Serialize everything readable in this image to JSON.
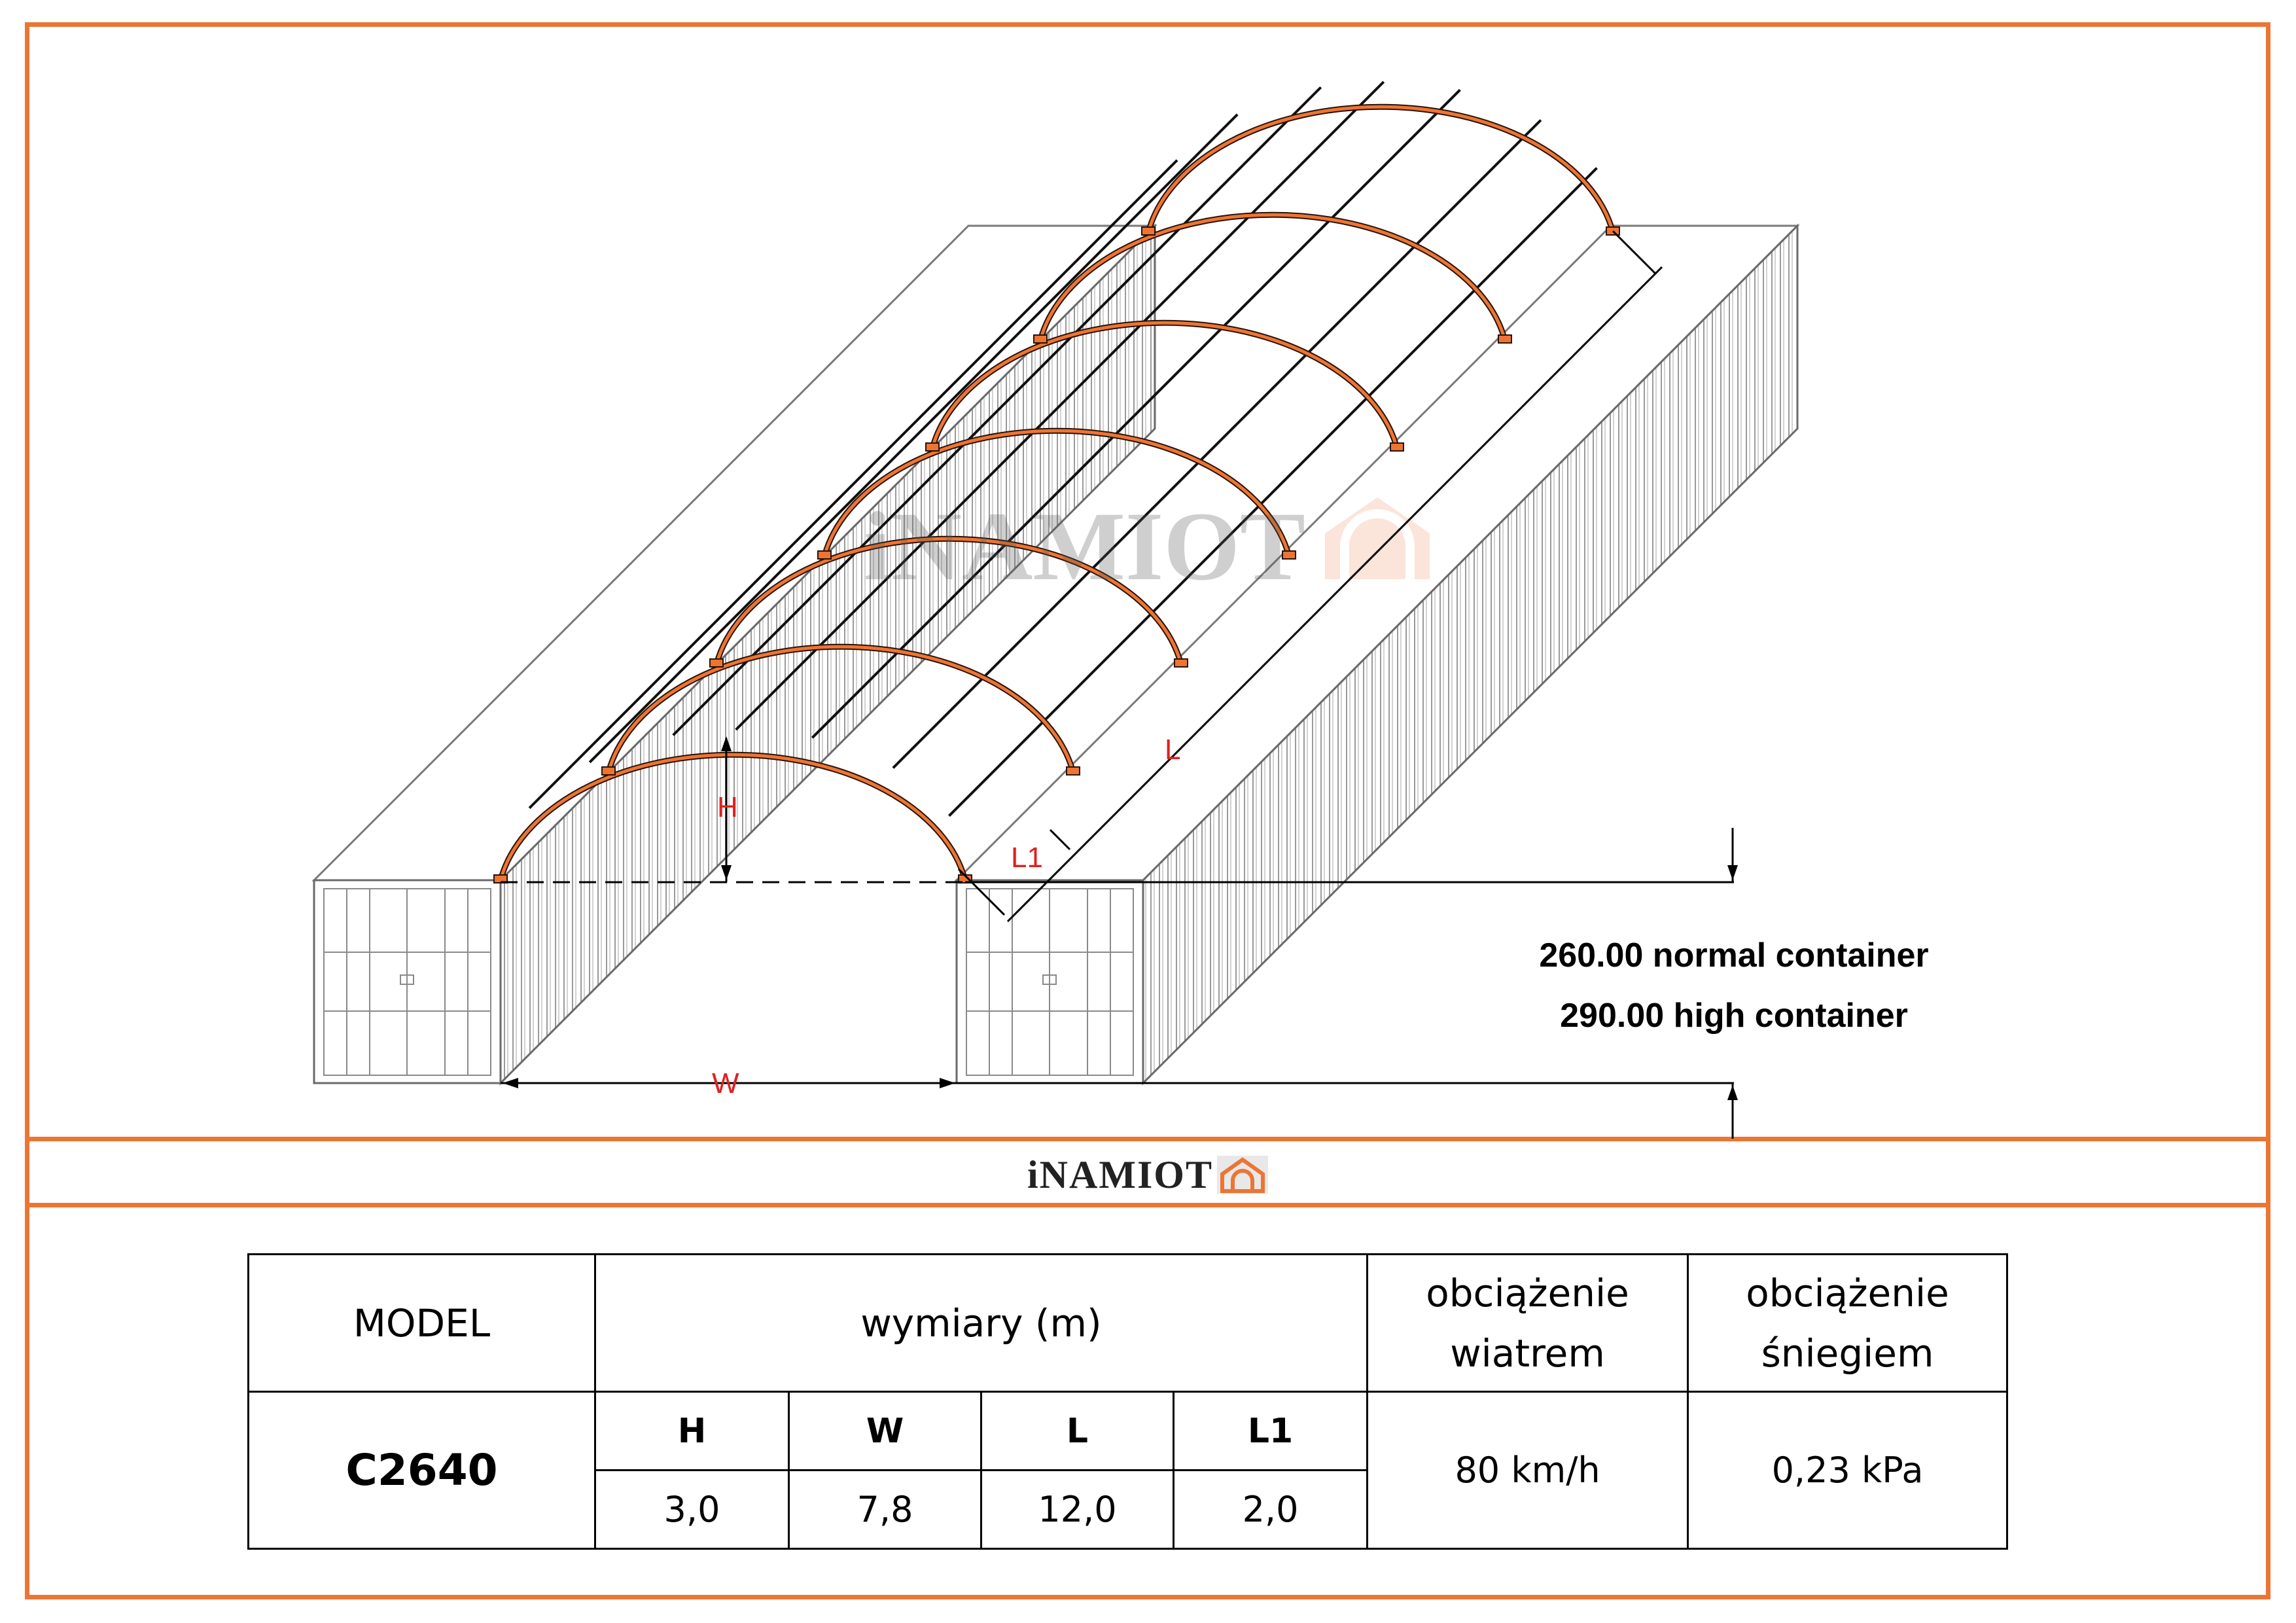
{
  "brand": {
    "name": "iNAMIOT",
    "watermark": "iNAMIOT",
    "color": "#ec7534"
  },
  "dimension_labels": {
    "height": "H",
    "width": "W",
    "length": "L",
    "length1": "L1"
  },
  "notes": {
    "normal": "260.00 normal container",
    "high": "290.00 high container"
  },
  "table": {
    "model_header": "MODEL",
    "dims_header": "wymiary (m)",
    "wind_header": "obciążenie wiatrem",
    "snow_header": "obciążenie śniegiem",
    "model": "C2640",
    "dim_cols": [
      "H",
      "W",
      "L",
      "L1"
    ],
    "dim_vals": [
      "3,0",
      "7,8",
      "12,0",
      "2,0"
    ],
    "wind": "80 km/h",
    "snow": "0,23 kPa"
  }
}
